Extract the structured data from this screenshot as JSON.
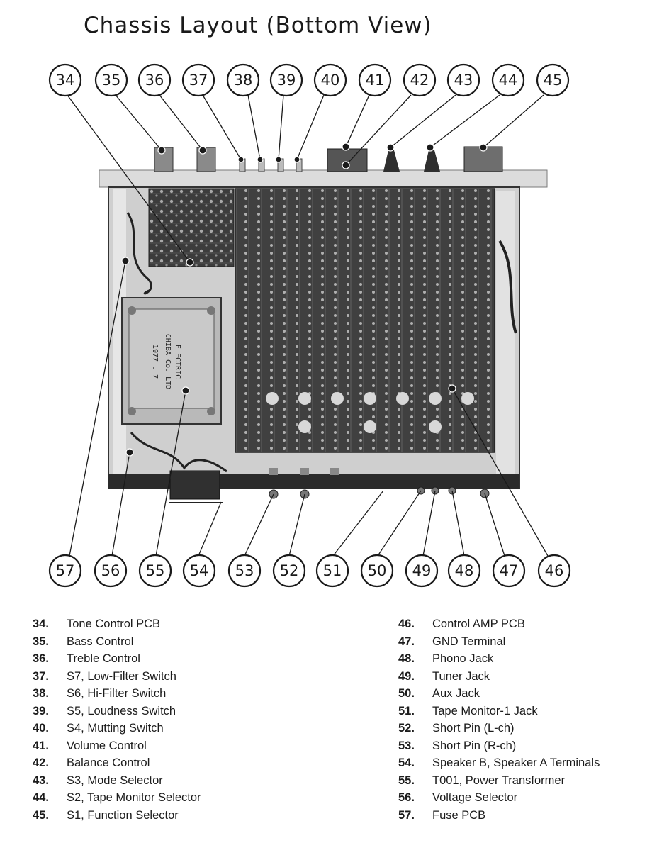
{
  "title": "Chassis Layout (Bottom View)",
  "callouts": [
    {
      "id": "34",
      "label": "34"
    },
    {
      "id": "35",
      "label": "35"
    },
    {
      "id": "36",
      "label": "36"
    },
    {
      "id": "37",
      "label": "37"
    },
    {
      "id": "38",
      "label": "38"
    },
    {
      "id": "39",
      "label": "39"
    },
    {
      "id": "40",
      "label": "40"
    },
    {
      "id": "41",
      "label": "41"
    },
    {
      "id": "42",
      "label": "42"
    },
    {
      "id": "43",
      "label": "43"
    },
    {
      "id": "44",
      "label": "44"
    },
    {
      "id": "45",
      "label": "45"
    },
    {
      "id": "57",
      "label": "57"
    },
    {
      "id": "56",
      "label": "56"
    },
    {
      "id": "55",
      "label": "55"
    },
    {
      "id": "54",
      "label": "54"
    },
    {
      "id": "53",
      "label": "53"
    },
    {
      "id": "52",
      "label": "52"
    },
    {
      "id": "51",
      "label": "51"
    },
    {
      "id": "50",
      "label": "50"
    },
    {
      "id": "49",
      "label": "49"
    },
    {
      "id": "48",
      "label": "48"
    },
    {
      "id": "47",
      "label": "47"
    },
    {
      "id": "46",
      "label": "46"
    }
  ],
  "transformer_label": [
    "ELECTRIC",
    "CHIBA Co. LTD",
    "1977 . 7"
  ],
  "legend_left": [
    {
      "num": "34.",
      "text": "Tone Control PCB"
    },
    {
      "num": "35.",
      "text": "Bass Control"
    },
    {
      "num": "36.",
      "text": "Treble Control"
    },
    {
      "num": "37.",
      "text": "S7, Low-Filter Switch"
    },
    {
      "num": "38.",
      "text": "S6, Hi-Filter Switch"
    },
    {
      "num": "39.",
      "text": "S5, Loudness Switch"
    },
    {
      "num": "40.",
      "text": "S4, Mutting Switch"
    },
    {
      "num": "41.",
      "text": "Volume Control"
    },
    {
      "num": "42.",
      "text": "Balance Control"
    },
    {
      "num": "43.",
      "text": "S3, Mode Selector"
    },
    {
      "num": "44.",
      "text": "S2, Tape Monitor Selector"
    },
    {
      "num": "45.",
      "text": "S1, Function Selector"
    }
  ],
  "legend_right": [
    {
      "num": "46.",
      "text": "Control AMP PCB"
    },
    {
      "num": "47.",
      "text": "GND Terminal"
    },
    {
      "num": "48.",
      "text": "Phono Jack"
    },
    {
      "num": "49.",
      "text": "Tuner Jack"
    },
    {
      "num": "50.",
      "text": "Aux Jack"
    },
    {
      "num": "51.",
      "text": "Tape Monitor-1 Jack"
    },
    {
      "num": "52.",
      "text": "Short Pin (L-ch)"
    },
    {
      "num": "53.",
      "text": "Short Pin (R-ch)"
    },
    {
      "num": "54.",
      "text": "Speaker B, Speaker A Terminals"
    },
    {
      "num": "55.",
      "text": "T001, Power Transformer"
    },
    {
      "num": "56.",
      "text": "Voltage Selector"
    },
    {
      "num": "57.",
      "text": "Fuse PCB"
    }
  ]
}
